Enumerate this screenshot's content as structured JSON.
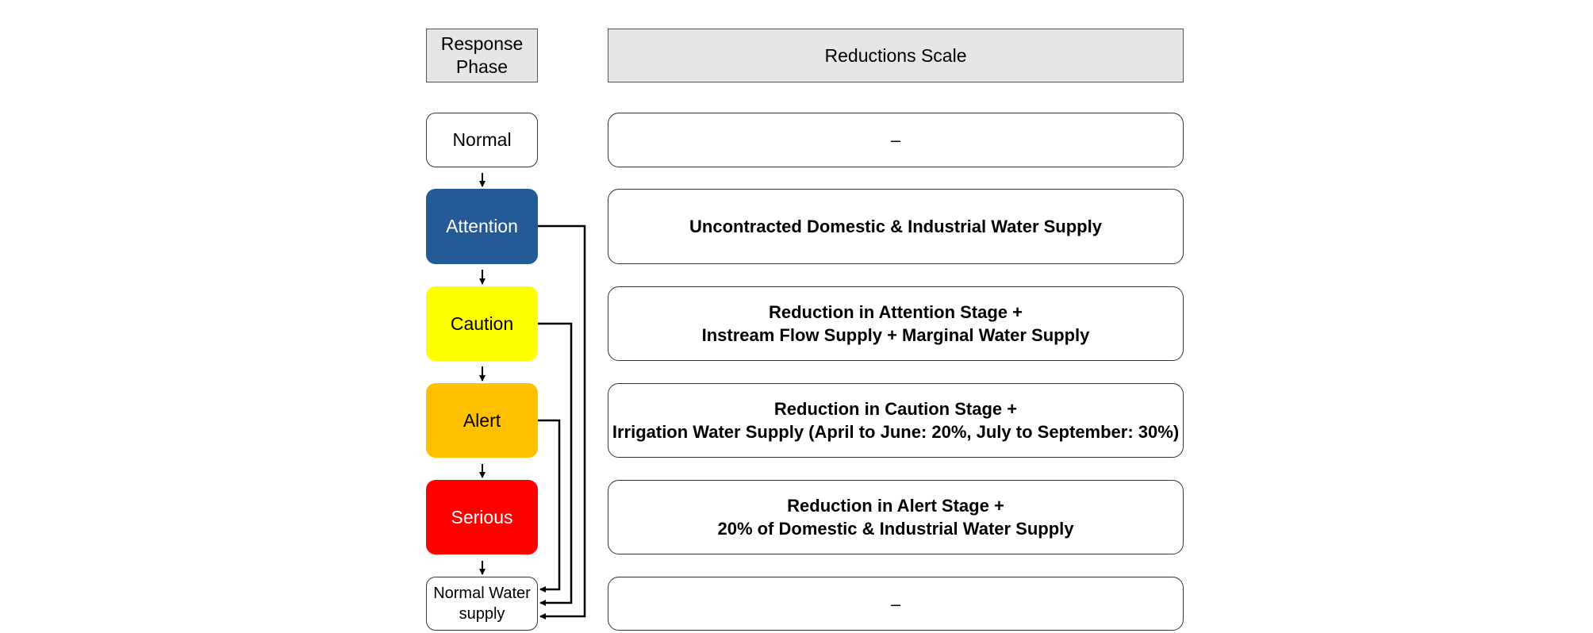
{
  "header": {
    "phase_label": "Response\nPhase",
    "scale_label": "Reductions Scale"
  },
  "phases": [
    {
      "label": "Normal",
      "color": "#ffffff",
      "text_color": "#000000"
    },
    {
      "label": "Attention",
      "color": "#245b96",
      "text_color": "#ffffff"
    },
    {
      "label": "Caution",
      "color": "#ffff00",
      "text_color": "#000000"
    },
    {
      "label": "Alert",
      "color": "#ffc000",
      "text_color": "#000000"
    },
    {
      "label": "Serious",
      "color": "#ff0000",
      "text_color": "#ffffff"
    },
    {
      "label": "Normal Water\nsupply",
      "color": "#ffffff",
      "text_color": "#000000"
    }
  ],
  "reductions": [
    "–",
    "Uncontracted Domestic & Industrial Water Supply",
    "Reduction in Attention Stage +\nInstream Flow Supply + Marginal Water Supply",
    "Reduction in Caution Stage +\nIrrigation Water Supply (April to June: 20%, July to September: 30%)",
    "Reduction in Alert Stage +\n20% of Domestic & Industrial Water Supply",
    "–"
  ]
}
